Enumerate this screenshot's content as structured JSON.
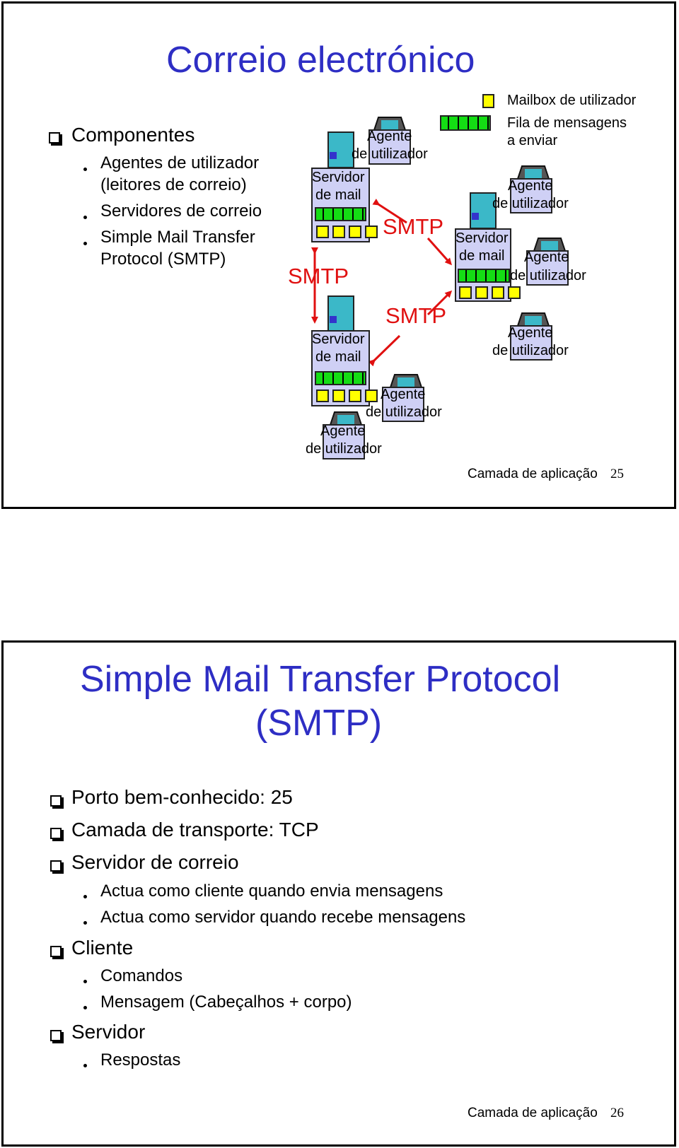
{
  "slide1": {
    "title": "Correio electrónico",
    "bullet": "Componentes",
    "sub": [
      "Agentes de utilizador",
      "(leitores de correio)",
      "Servidores de correio",
      "Simple Mail Transfer",
      "Protocol (SMTP)"
    ],
    "legend": {
      "mailbox": "Mailbox de utilizador",
      "queue1": "Fila de mensagens",
      "queue2": "a enviar"
    },
    "servidor1": "Servidor",
    "servidor2": "de mail",
    "agente1": "Agente",
    "agente2": "de utilizador",
    "smtp": "SMTP",
    "footer": "Camada de aplicação",
    "page": "25"
  },
  "slide2": {
    "title1": "Simple Mail Transfer Protocol",
    "title2": "(SMTP)",
    "items": [
      "Porto bem-conhecido: 25",
      "Camada de transporte: TCP",
      "Servidor de correio",
      "Cliente",
      "Servidor"
    ],
    "sub_servidor": [
      "Actua como cliente quando envia mensagens",
      "Actua como servidor quando recebe mensagens"
    ],
    "sub_cliente": [
      "Comandos",
      "Mensagem (Cabeçalhos + corpo)"
    ],
    "sub_servidor2": [
      "Respostas"
    ],
    "footer": "Camada de aplicação",
    "page": "26"
  },
  "colors": {
    "title": "#2e2ec4",
    "smtp": "#e01010",
    "box": "#cfd0f5",
    "queue": "#14dd14",
    "mailbox": "#ffff00"
  }
}
